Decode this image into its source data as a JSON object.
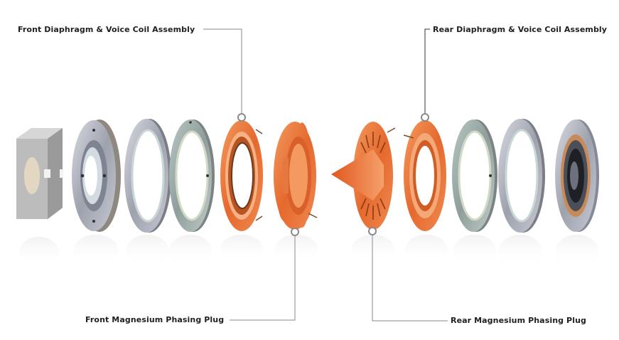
{
  "callouts": {
    "front_diaphragm": "Front Diaphragm & Voice Coil Assembly",
    "rear_diaphragm": "Rear Diaphragm & Voice Coil Assembly",
    "front_plug": "Front Magnesium Phasing Plug",
    "rear_plug": "Rear Magnesium Phasing Plug"
  },
  "colors": {
    "accent_orange": "#e8743c",
    "metal": "#a9acb6",
    "leader": "#8a8a8a"
  }
}
